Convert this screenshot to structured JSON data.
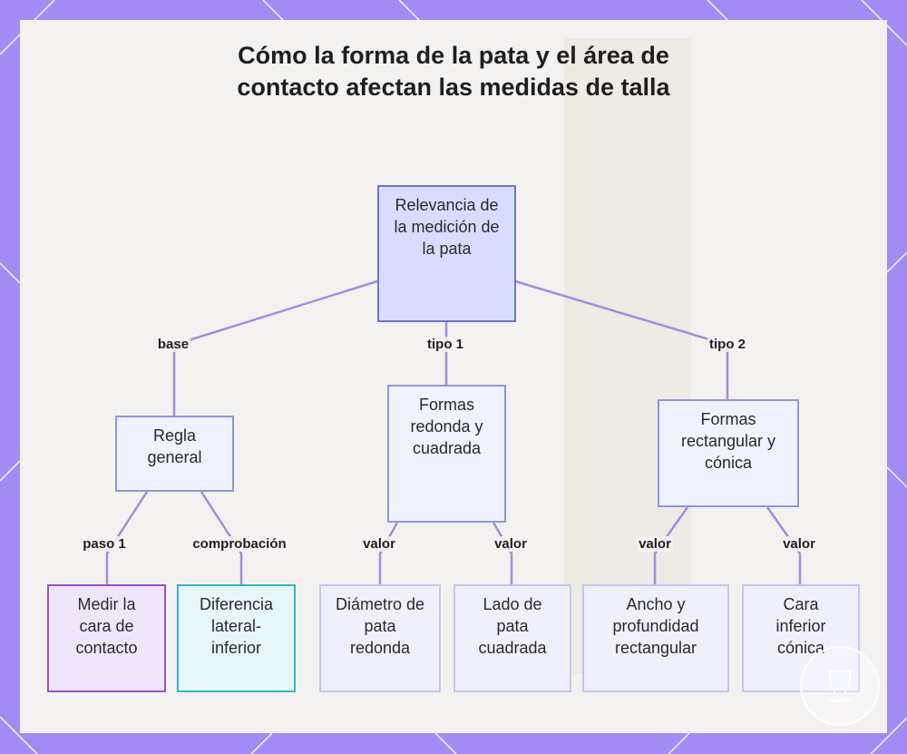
{
  "title": "Cómo la forma de la pata y el área de contacto afectan las medidas de talla",
  "colors": {
    "frame": "#a38bf5",
    "connector": "#a48be0",
    "root_fill": "#d9dcfe",
    "root_border": "#6e75c9",
    "accent_purple": "#9b4fc4",
    "accent_teal": "#35b7c4"
  },
  "nodes": {
    "root": "Relevancia de la medición de la pata",
    "general": "Regla general",
    "round_square": "Formas redonda y cuadrada",
    "rect_conical": "Formas rectangular y cónica",
    "measure_contact": "Medir la cara de contacto",
    "lateral_diff": "Diferencia lateral-inferior",
    "round_diameter": "Diámetro de pata redonda",
    "square_side": "Lado de pata cuadrada",
    "rect_width_depth": "Ancho y profundidad rectangular",
    "conical_bottom": "Cara inferior cónica"
  },
  "edges": {
    "base": "base",
    "tipo1": "tipo 1",
    "tipo2": "tipo 2",
    "paso1": "paso 1",
    "comprobacion": "comprobación",
    "valor_round": "valor",
    "valor_square": "valor",
    "valor_rect": "valor",
    "valor_conical": "valor"
  }
}
